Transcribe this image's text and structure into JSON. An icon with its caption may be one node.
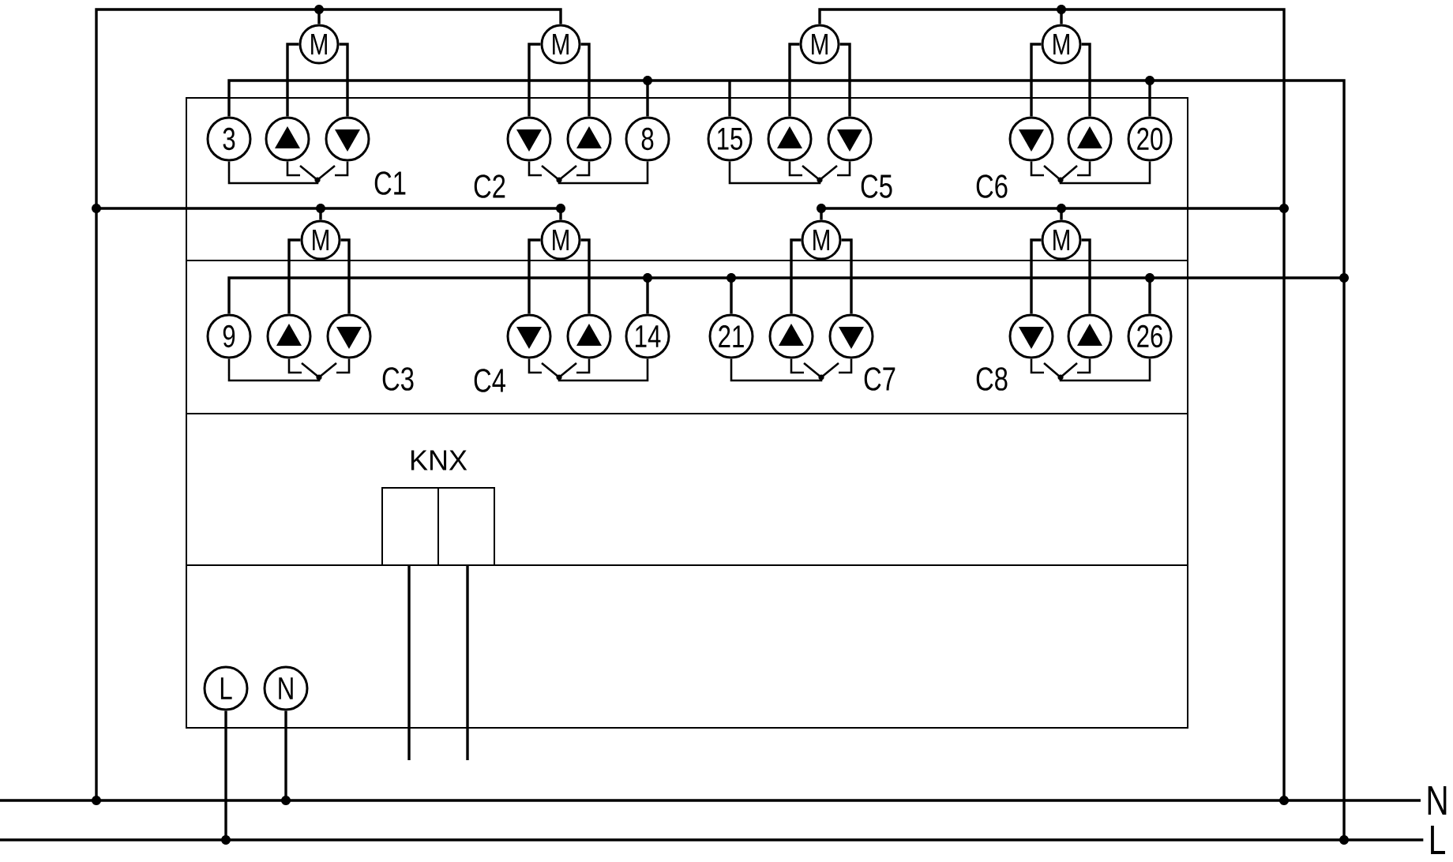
{
  "diagram": {
    "nodes": [
      {
        "text": [],
        "shape": "box"
      },
      {
        "text": [
          "M"
        ]
      },
      {
        "text": [
          "M"
        ]
      },
      {
        "text": [
          "M"
        ]
      },
      {
        "text": [
          "M"
        ]
      },
      {
        "text": [
          "3"
        ],
        "in": 0
      },
      {
        "text": [],
        "shape": "circle",
        "in": 0
      },
      {
        "text": [],
        "shape": "circle",
        "in": 0
      },
      {
        "text": [],
        "shape": "circle",
        "in": 0
      },
      {
        "text": [],
        "shape": "circle",
        "in": 0
      },
      {
        "text": [
          "8"
        ],
        "in": 0
      },
      {
        "text": [
          "15"
        ],
        "in": 0
      },
      {
        "text": [],
        "shape": "circle",
        "in": 0
      },
      {
        "text": [],
        "shape": "circle",
        "in": 0
      },
      {
        "text": [],
        "shape": "circle",
        "in": 0
      },
      {
        "text": [],
        "shape": "circle",
        "in": 0
      },
      {
        "text": [
          "20"
        ],
        "in": 0
      },
      {
        "text": [
          "M"
        ],
        "in": 0
      },
      {
        "text": [
          "M"
        ],
        "in": 0
      },
      {
        "text": [
          "M"
        ],
        "in": 0
      },
      {
        "text": [
          "M"
        ],
        "in": 0
      },
      {
        "text": [
          "9"
        ],
        "in": 0
      },
      {
        "text": [],
        "shape": "circle",
        "in": 0
      },
      {
        "text": [],
        "shape": "circle",
        "in": 0
      },
      {
        "text": [],
        "shape": "circle",
        "in": 0
      },
      {
        "text": [],
        "shape": "circle",
        "in": 0
      },
      {
        "text": [
          "14"
        ],
        "in": 0
      },
      {
        "text": [
          "21"
        ],
        "in": 0
      },
      {
        "text": [],
        "shape": "circle",
        "in": 0
      },
      {
        "text": [],
        "shape": "circle",
        "in": 0
      },
      {
        "text": [],
        "shape": "circle",
        "in": 0
      },
      {
        "text": [],
        "shape": "circle",
        "in": 0
      },
      {
        "text": [
          "26"
        ],
        "in": 0
      },
      {
        "text": [
          "KNX"
        ],
        "in": 0
      },
      {
        "text": [
          "L"
        ],
        "in": 0
      },
      {
        "text": [
          "N"
        ],
        "in": 0
      },
      {
        "text": [
          "N"
        ]
      },
      {
        "text": [
          "L"
        ]
      }
    ],
    "edges": [
      {
        "from": 1,
        "to": 6,
        "arrow": "none"
      },
      {
        "from": 1,
        "to": 7,
        "arrow": "none"
      },
      {
        "from": 2,
        "to": 8,
        "arrow": "none"
      },
      {
        "from": 2,
        "to": 9,
        "arrow": "none"
      },
      {
        "from": 3,
        "to": 12,
        "arrow": "none"
      },
      {
        "from": 3,
        "to": 13,
        "arrow": "none"
      },
      {
        "from": 4,
        "to": 14,
        "arrow": "none"
      },
      {
        "from": 4,
        "to": 15,
        "arrow": "none"
      },
      {
        "from": 17,
        "to": 22,
        "arrow": "none"
      },
      {
        "from": 17,
        "to": 23,
        "arrow": "none"
      },
      {
        "from": 18,
        "to": 24,
        "arrow": "none"
      },
      {
        "from": 18,
        "to": 25,
        "arrow": "none"
      },
      {
        "from": 19,
        "to": 28,
        "arrow": "none"
      },
      {
        "from": 19,
        "to": 29,
        "arrow": "none"
      },
      {
        "from": 20,
        "to": 30,
        "arrow": "none"
      },
      {
        "from": 20,
        "to": 31,
        "arrow": "none"
      },
      {
        "from": 1,
        "to": 36,
        "arrow": "none"
      },
      {
        "from": 2,
        "to": 36,
        "arrow": "none"
      },
      {
        "from": 3,
        "to": 36,
        "arrow": "none"
      },
      {
        "from": 4,
        "to": 36,
        "arrow": "none"
      },
      {
        "from": 17,
        "to": 36,
        "arrow": "none"
      },
      {
        "from": 18,
        "to": 36,
        "arrow": "none"
      },
      {
        "from": 19,
        "to": 36,
        "arrow": "none"
      },
      {
        "from": 20,
        "to": 36,
        "arrow": "none"
      },
      {
        "from": 5,
        "to": 37,
        "arrow": "none"
      },
      {
        "from": 10,
        "to": 37,
        "arrow": "none"
      },
      {
        "from": 11,
        "to": 37,
        "arrow": "none"
      },
      {
        "from": 16,
        "to": 37,
        "arrow": "none"
      },
      {
        "from": 21,
        "to": 37,
        "arrow": "none"
      },
      {
        "from": 26,
        "to": 37,
        "arrow": "none"
      },
      {
        "from": 27,
        "to": 37,
        "arrow": "none"
      },
      {
        "from": 32,
        "to": 37,
        "arrow": "none"
      },
      {
        "from": 34,
        "to": 37,
        "arrow": "none"
      },
      {
        "from": 35,
        "to": 36,
        "arrow": "none"
      },
      {
        "from": 33,
        "to": null,
        "arrow": "none"
      },
      {
        "from": 33,
        "to": null,
        "arrow": "none"
      },
      {
        "from": 5,
        "to": 6,
        "arrow": "none"
      },
      {
        "from": 5,
        "to": 7,
        "arrow": "none"
      },
      {
        "from": 10,
        "to": 8,
        "arrow": "none"
      },
      {
        "from": 10,
        "to": 9,
        "arrow": "none"
      },
      {
        "from": 11,
        "to": 12,
        "arrow": "none"
      },
      {
        "from": 11,
        "to": 13,
        "arrow": "none"
      },
      {
        "from": 16,
        "to": 14,
        "arrow": "none"
      },
      {
        "from": 16,
        "to": 15,
        "arrow": "none"
      },
      {
        "from": 21,
        "to": 22,
        "arrow": "none"
      },
      {
        "from": 21,
        "to": 23,
        "arrow": "none"
      },
      {
        "from": 26,
        "to": 24,
        "arrow": "none"
      },
      {
        "from": 26,
        "to": 25,
        "arrow": "none"
      },
      {
        "from": 27,
        "to": 28,
        "arrow": "none"
      },
      {
        "from": 27,
        "to": 29,
        "arrow": "none"
      },
      {
        "from": 32,
        "to": 30,
        "arrow": "none"
      },
      {
        "from": 32,
        "to": 31,
        "arrow": "none"
      }
    ],
    "labels": [
      "C1",
      "C2",
      "C5",
      "C6",
      "C3",
      "C4",
      "C7",
      "C8"
    ]
  }
}
